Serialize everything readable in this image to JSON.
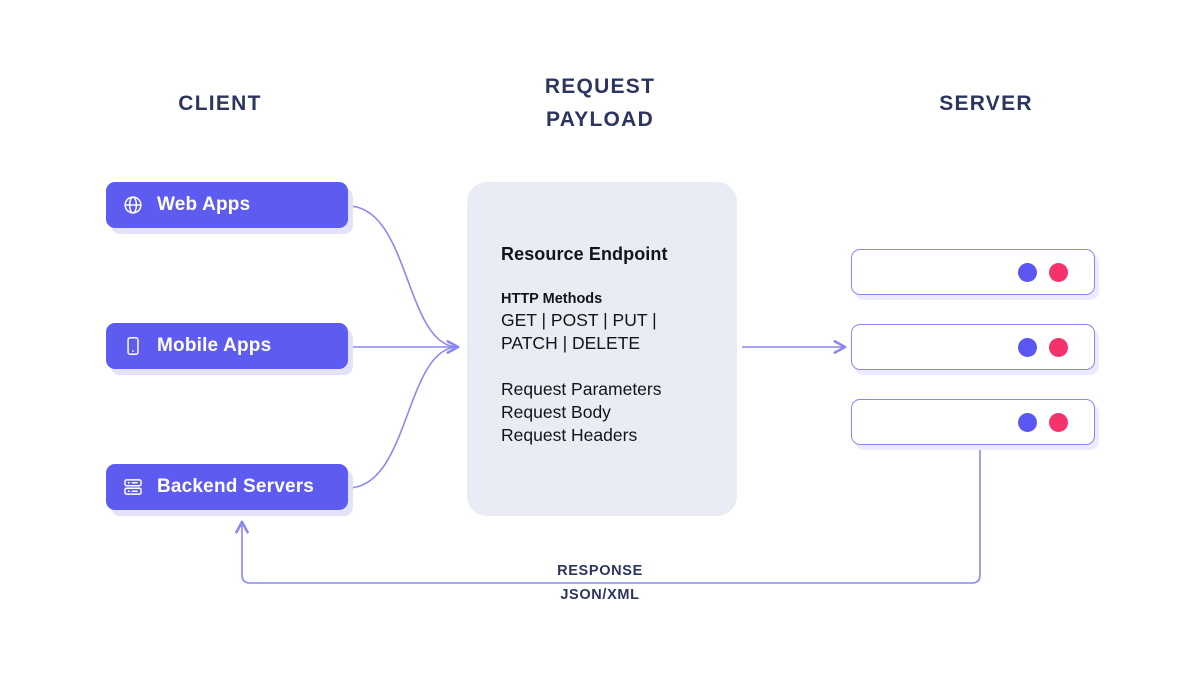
{
  "headings": {
    "client": "CLIENT",
    "payload": "REQUEST\nPAYLOAD",
    "server": "SERVER"
  },
  "client": {
    "items": [
      {
        "label": "Web Apps",
        "icon": "globe-icon"
      },
      {
        "label": "Mobile Apps",
        "icon": "mobile-phone-icon"
      },
      {
        "label": "Backend Servers",
        "icon": "server-stack-icon"
      }
    ]
  },
  "payload": {
    "title": "Resource Endpoint",
    "methods_label": "HTTP Methods",
    "methods": "GET | POST | PUT |\nPATCH | DELETE",
    "request_parts": "Request Parameters\nRequest Body\nRequest Headers"
  },
  "server": {
    "boxes": [
      {
        "dots": [
          "blue",
          "pink"
        ]
      },
      {
        "dots": [
          "blue",
          "pink"
        ]
      },
      {
        "dots": [
          "blue",
          "pink"
        ]
      }
    ]
  },
  "response": {
    "line1": "RESPONSE",
    "line2": "JSON/XML"
  },
  "colors": {
    "accent_indigo": "#5d5bf0",
    "accent_pink": "#f5326b",
    "heading_navy": "#2b3560",
    "card_bg": "#e9ecf5",
    "wire": "#8b87f2",
    "button_shadow": "#e3e2fb"
  }
}
